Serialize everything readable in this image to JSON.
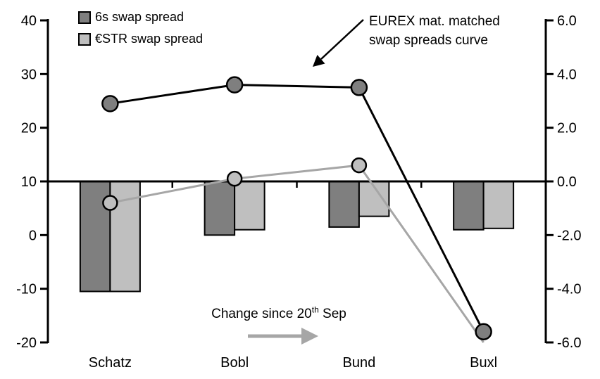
{
  "chart_data": {
    "type": "combo",
    "title": "",
    "categories": [
      "Schatz",
      "Bobl",
      "Bund",
      "Buxl"
    ],
    "left_axis": {
      "min": -20,
      "max": 40,
      "ticks": [
        "40",
        "30",
        "20",
        "10",
        "0",
        "-10",
        "-20"
      ]
    },
    "right_axis": {
      "min": -6,
      "max": 6,
      "ticks": [
        "6.0",
        "4.0",
        "2.0",
        "0.0",
        "-2.0",
        "-4.0",
        "-6.0"
      ]
    },
    "bar_series": [
      {
        "name": "6s swap spread",
        "axis": "right",
        "color": "#7f7f7f",
        "values": [
          -4.1,
          -2.0,
          -1.7,
          -1.8
        ]
      },
      {
        "name": "ESTR swap spread",
        "axis": "right",
        "color": "#bfbfbf",
        "values": [
          -4.1,
          -1.8,
          -1.3,
          -1.75
        ]
      }
    ],
    "line_series": [
      {
        "name": "ESTR swap spread curve",
        "axis": "left",
        "color": "#a6a6a6",
        "marker_fill": "#bfbfbf",
        "marker_r": 10,
        "values": [
          6,
          10.5,
          13,
          -20
        ],
        "markers": [
          true,
          true,
          true,
          false
        ]
      },
      {
        "name": "6s swap spread curve",
        "axis": "left",
        "color": "#000000",
        "marker_fill": "#7f7f7f",
        "marker_r": 11,
        "values": [
          24.5,
          28,
          27.5,
          -18
        ],
        "markers": [
          true,
          true,
          true,
          true
        ]
      }
    ],
    "grid": false,
    "legend_position": "top-left"
  },
  "legend": {
    "items": [
      {
        "label": "6s swap spread",
        "color": "#7f7f7f"
      },
      {
        "label": "€STR swap spread",
        "color": "#bfbfbf"
      }
    ]
  },
  "annotations": {
    "eurex_line1": "EUREX mat. matched",
    "eurex_line2": "swap spreads curve",
    "change_pre": "Change since 20",
    "change_sup": "th",
    "change_post": " Sep"
  },
  "colors": {
    "bar_dark": "#7f7f7f",
    "bar_light": "#bfbfbf",
    "line_black": "#000000",
    "line_gray": "#a6a6a6",
    "axis": "#000000",
    "background": "#ffffff"
  }
}
